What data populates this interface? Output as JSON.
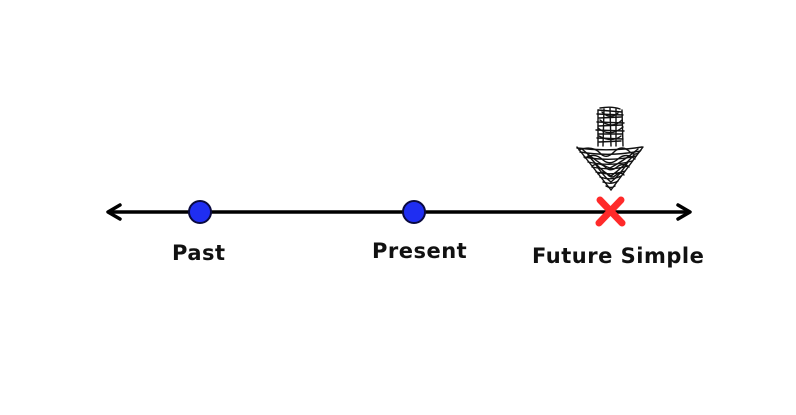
{
  "timeline": {
    "line_color": "#000000",
    "dot_color": "#1f2ef2",
    "marker_color": "#ff2a2a",
    "arrow_color": "#111111",
    "points": [
      {
        "label": "Past",
        "marker": "dot"
      },
      {
        "label": "Present",
        "marker": "dot"
      },
      {
        "label": "Future Simple",
        "marker": "cross"
      }
    ],
    "pointer_icon": "scribble-down-arrow-icon"
  }
}
